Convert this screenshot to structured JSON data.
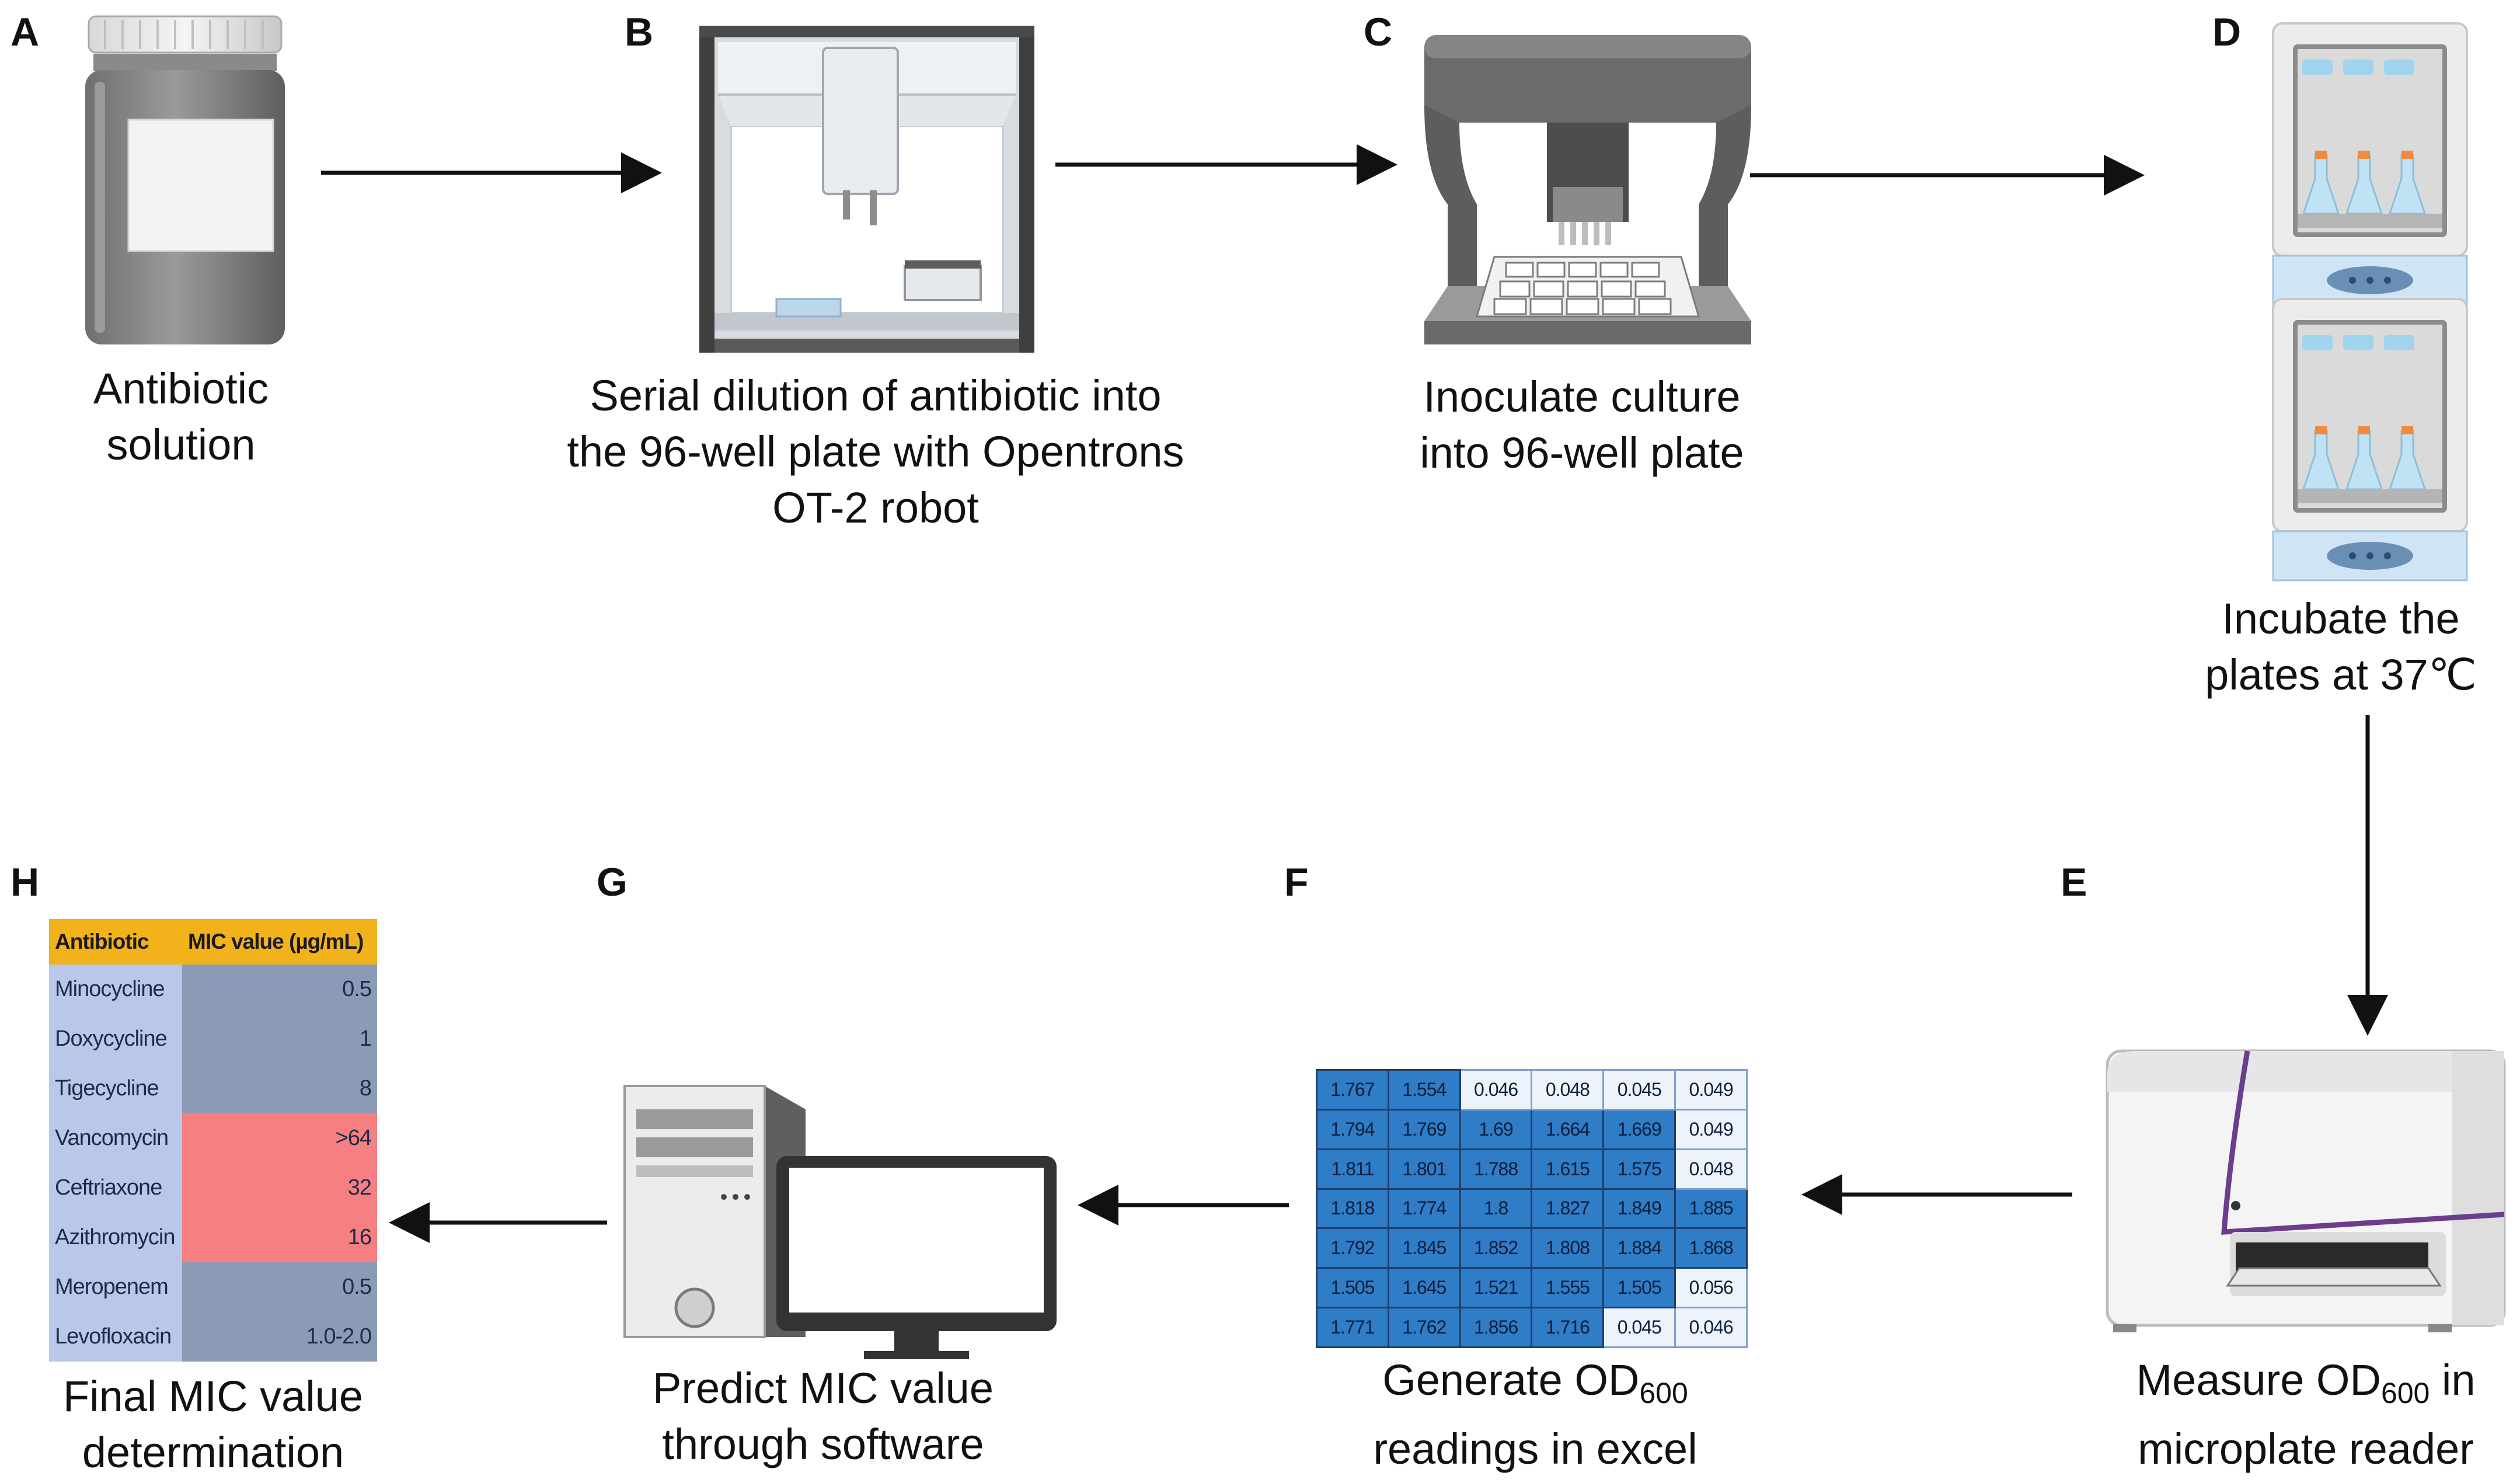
{
  "panels": {
    "A": {
      "letter": "A",
      "caption": [
        "Antibiotic",
        "solution"
      ]
    },
    "B": {
      "letter": "B",
      "caption": [
        "Serial dilution of antibiotic into",
        "the 96-well plate with Opentrons",
        "OT-2 robot"
      ]
    },
    "C": {
      "letter": "C",
      "caption": [
        "Inoculate culture",
        "into 96-well plate"
      ]
    },
    "D": {
      "letter": "D",
      "caption": [
        "Incubate the",
        "plates at 37℃"
      ]
    },
    "E": {
      "letter": "E",
      "caption_pre": "Measure OD",
      "caption_sub": "600",
      "caption_post": " in",
      "caption_line2": "microplate reader"
    },
    "F": {
      "letter": "F",
      "caption_pre": "Generate OD",
      "caption_sub": "600",
      "caption_line2": "readings in excel"
    },
    "G": {
      "letter": "G",
      "caption": [
        "Predict MIC value",
        "through software"
      ]
    },
    "H": {
      "letter": "H",
      "caption": [
        "Final MIC value",
        "determination"
      ]
    }
  },
  "excel_readings": [
    [
      "1.767",
      "1.554",
      "0.046",
      "0.048",
      "0.045",
      "0.049"
    ],
    [
      "1.794",
      "1.769",
      "1.69",
      "1.664",
      "1.669",
      "0.049"
    ],
    [
      "1.811",
      "1.801",
      "1.788",
      "1.615",
      "1.575",
      "0.048"
    ],
    [
      "1.818",
      "1.774",
      "1.8",
      "1.827",
      "1.849",
      "1.885"
    ],
    [
      "1.792",
      "1.845",
      "1.852",
      "1.808",
      "1.884",
      "1.868"
    ],
    [
      "1.505",
      "1.645",
      "1.521",
      "1.555",
      "1.505",
      "0.056"
    ],
    [
      "1.771",
      "1.762",
      "1.856",
      "1.716",
      "0.045",
      "0.046"
    ]
  ],
  "mic_table": {
    "headers": [
      "Antibiotic",
      "MIC value (µg/mL)"
    ],
    "rows": [
      {
        "antibiotic": "Minocycline",
        "mic": "0.5",
        "resistant": false
      },
      {
        "antibiotic": "Doxycycline",
        "mic": "1",
        "resistant": false
      },
      {
        "antibiotic": "Tigecycline",
        "mic": "8",
        "resistant": false
      },
      {
        "antibiotic": "Vancomycin",
        "mic": ">64",
        "resistant": true
      },
      {
        "antibiotic": "Ceftriaxone",
        "mic": "32",
        "resistant": true
      },
      {
        "antibiotic": "Azithromycin",
        "mic": "16",
        "resistant": true
      },
      {
        "antibiotic": "Meropenem",
        "mic": "0.5",
        "resistant": false
      },
      {
        "antibiotic": "Levofloxacin",
        "mic": "1.0-2.0",
        "resistant": false
      }
    ]
  },
  "colors": {
    "header_orange": "#f2b21b",
    "resistant_red": "#f67f82",
    "cell_blue": "#2f7cc7",
    "machine_purple": "#6b3d8c"
  }
}
